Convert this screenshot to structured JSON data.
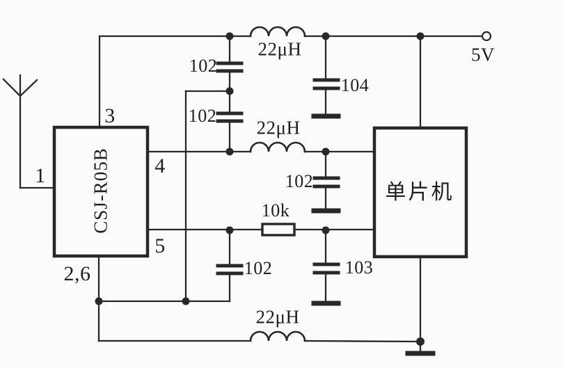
{
  "colors": {
    "ink": "#282828",
    "background": "#fbfbf9"
  },
  "blocks": {
    "receiver": {
      "label": "CSJ-R05B"
    },
    "mcu": {
      "label": "单片机"
    }
  },
  "pins": {
    "p1": "1",
    "p3": "3",
    "p4": "4",
    "p5": "5",
    "p26": "2,6"
  },
  "inductors": [
    {
      "label": "22μH"
    },
    {
      "label": "22μH"
    },
    {
      "label": "22μH"
    }
  ],
  "capacitors": [
    {
      "label": "102"
    },
    {
      "label": "102"
    },
    {
      "label": "104"
    },
    {
      "label": "102"
    },
    {
      "label": "102"
    },
    {
      "label": "103"
    }
  ],
  "resistor": {
    "label": "10k"
  },
  "power": {
    "label": "5V"
  }
}
